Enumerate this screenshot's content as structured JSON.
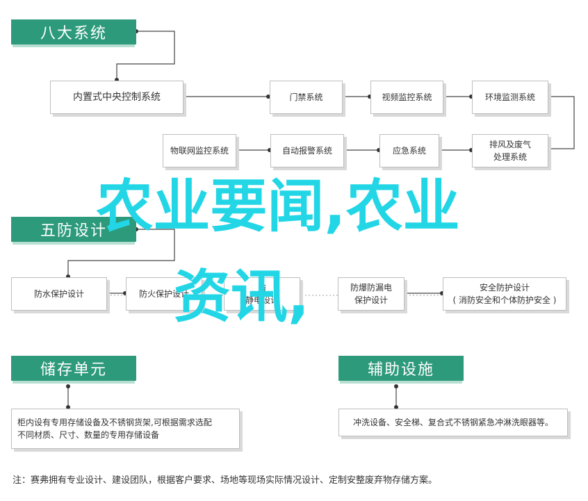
{
  "sections": {
    "s1": "八大系统",
    "s2": "五防设计",
    "s3": "储存单元",
    "s4": "辅助设施"
  },
  "system_boxes": {
    "center": "内置式中央控制系统",
    "door": "门禁系统",
    "video": "视频监控系统",
    "env": "环境监测系统",
    "iot": "物联网监控系统",
    "alarm": "自动报警系统",
    "emergency": "应急系统",
    "exhaust_l1": "排风及废气",
    "exhaust_l2": "处理系统"
  },
  "defense_boxes": {
    "water": "防水保护设计",
    "fire": "防火保护设计",
    "static_l1": "防",
    "static_l2": "静电设计",
    "explosion_l1": "防爆防漏电",
    "explosion_l2": "保护设计",
    "safety_l1": "安全防护设计",
    "safety_l2": "( 消防安全和个体防护安全 )"
  },
  "storage_text_l1": "柜内设有专用存储设备及不锈钢货架,可根据需求选配",
  "storage_text_l2": "不同材质、尺寸、数量的专用存储设备",
  "facility_text": "冲洗设备、安全梯、复合式不锈钢紧急冲淋洗眼器等。",
  "note": "注：赛弗拥有专业设计、建设团队，根据客户要求、场地等现场实际情况设计、定制安整废弃物存储方案。",
  "overlay": {
    "line1": "农业要闻,农业",
    "line2": "资讯,"
  },
  "colors": {
    "header_green": "#2d9a7b",
    "overlay_cyan": "#22d6e6"
  }
}
